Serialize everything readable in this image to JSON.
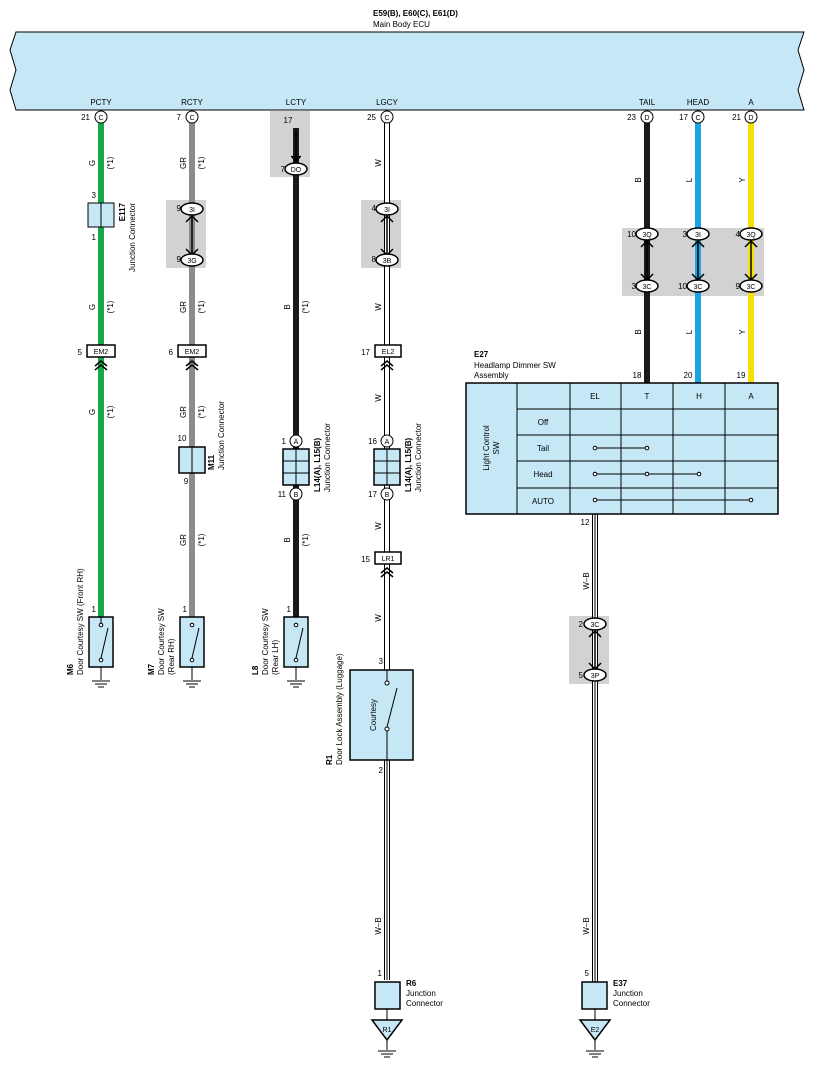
{
  "ecu": {
    "connectors": "E59(B), E60(C), E61(D)",
    "name": "Main Body ECU",
    "color": "#c6e7f6",
    "terminals": [
      {
        "label": "PCTY",
        "pin": "21",
        "conn": "C"
      },
      {
        "label": "RCTY",
        "pin": "7",
        "conn": "C"
      },
      {
        "label": "LCTY",
        "pin": "17",
        "conn": ""
      },
      {
        "label": "LGCY",
        "pin": "25",
        "conn": "C"
      },
      {
        "label": "TAIL",
        "pin": "23",
        "conn": "D"
      },
      {
        "label": "HEAD",
        "pin": "17",
        "conn": "C"
      },
      {
        "label": "A",
        "pin": "21",
        "conn": "D"
      }
    ]
  },
  "wire_colors": {
    "green": "#17a84b",
    "gray": "#8c8c8e",
    "black": "#1a1a1a",
    "blue": "#1aa4e0",
    "yellow": "#f5e10a",
    "white": "#ffffff"
  },
  "wire_codes": {
    "g": "G",
    "gr": "GR",
    "b": "B",
    "w": "W",
    "l": "L",
    "y": "Y",
    "wb": "W–B",
    "star1": "(*1)"
  },
  "pins": {
    "p3": "3",
    "p1": "1",
    "p9": "9",
    "p9b": "9",
    "p7": "7",
    "p4": "4",
    "p8": "8",
    "p5": "5",
    "p6": "6",
    "p17": "17",
    "p10": "10",
    "p1b": "1",
    "p11": "11",
    "p16": "16",
    "p17b": "17",
    "p15": "15",
    "p1c": "1",
    "p1d": "1",
    "p1e": "1",
    "p3b": "3",
    "p2": "2",
    "p1f": "1",
    "p10b": "10",
    "p3c": "3",
    "p4b": "4",
    "p3d": "3",
    "p10c": "10",
    "p9c": "9",
    "p18": "18",
    "p20": "20",
    "p19": "19",
    "p12": "12",
    "p2b": "2",
    "p5b": "5",
    "p1g": "1",
    "p5c": "5",
    "p17c": "17"
  },
  "codes": {
    "do": "DO",
    "3i": "3I",
    "3g": "3G",
    "3b": "3B",
    "3q": "3Q",
    "3c": "3C",
    "3p": "3P",
    "em2": "EM2",
    "el2": "EL2",
    "lr1": "LR1",
    "ca": "A",
    "cb": "B"
  },
  "components": {
    "e117_id": "E117",
    "e117_name": "Junction Connector",
    "m11_id": "M11",
    "m11_name": "Junction Connector",
    "l14a_id": "L14(A), L15(B)",
    "l14a_name": "Junction Connector",
    "l14b_id": "L14(A), L15(B)",
    "l14b_name": "Junction Connector",
    "m6_id": "M6",
    "m6_name": "Door Courtesy SW (Front RH)",
    "m7_id": "M7",
    "m7_name": "Door Courtesy SW",
    "m7_sub": "(Rear RH)",
    "l8_id": "L8",
    "l8_name": "Door Courtesy SW",
    "l8_sub": "(Rear LH)",
    "r1_id": "R1",
    "r1_name": "Door Lock Assembly (Luggage)",
    "r1_inner": "Courtesy",
    "r6_id": "R6",
    "r6_name": "Junction",
    "r6_name2": "Connector",
    "e37_id": "E37",
    "e37_name": "Junction",
    "e37_name2": "Connector",
    "gnd_r1": "R1",
    "gnd_e2": "E2"
  },
  "dimmer": {
    "id": "E27",
    "name": "Headlamp Dimmer SW",
    "name2": "Assembly",
    "side_label": "Light Control",
    "side_label2": "SW",
    "columns": [
      "EL",
      "T",
      "H",
      "A"
    ],
    "rows": [
      "Off",
      "Tail",
      "Head",
      "AUTO"
    ]
  }
}
